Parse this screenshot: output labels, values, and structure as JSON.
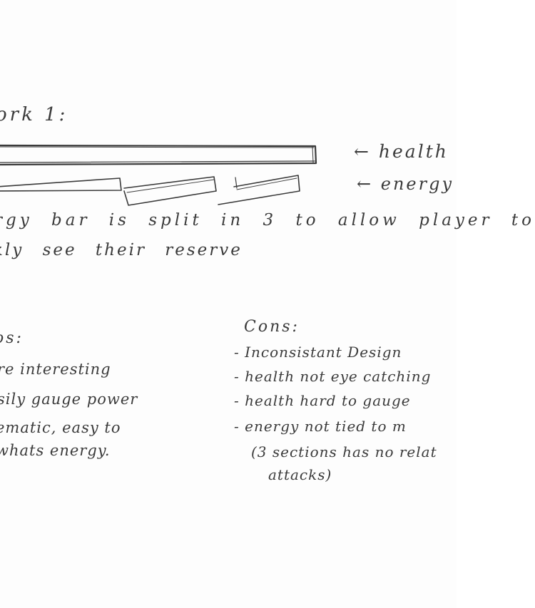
{
  "sketch": {
    "title": "ork 1:",
    "labels": {
      "health": "← health",
      "energy": "← energy"
    },
    "description": [
      "rgy bar is split in 3 to allow player to",
      "kly see their reserve"
    ],
    "pros": {
      "heading": "os:",
      "items": [
        "re interesting",
        "sily gauge power",
        "ematic, easy to",
        "whats energy."
      ]
    },
    "cons": {
      "heading": "Cons:",
      "items": [
        "- Inconsistant Design",
        "- health not eye catching",
        "- health hard to gauge",
        "- energy not tied to m",
        "(3 sections has no relat",
        "attacks)"
      ]
    },
    "colors": {
      "ink": "#3b3b3b",
      "paper": "#fdfdfd"
    }
  }
}
